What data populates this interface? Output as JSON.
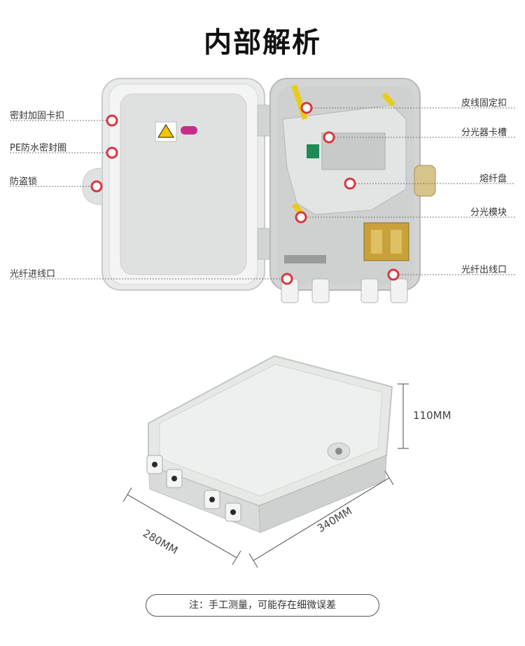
{
  "title": "内部解析",
  "labels_left": [
    "密封加固卡扣",
    "PE防水密封圈",
    "防盗锁",
    "光纤进线口"
  ],
  "labels_right": [
    "皮线固定扣",
    "分光器卡槽",
    "熔纤盘",
    "分光模块",
    "光纤出线口"
  ],
  "dimensions": {
    "height": "110MM",
    "width": "280MM",
    "length": "340MM"
  },
  "note": "注：手工测量，可能存在细微误差",
  "colors": {
    "marker": "#d9363e",
    "box": "#e6e8e6",
    "leader": "#777777"
  }
}
